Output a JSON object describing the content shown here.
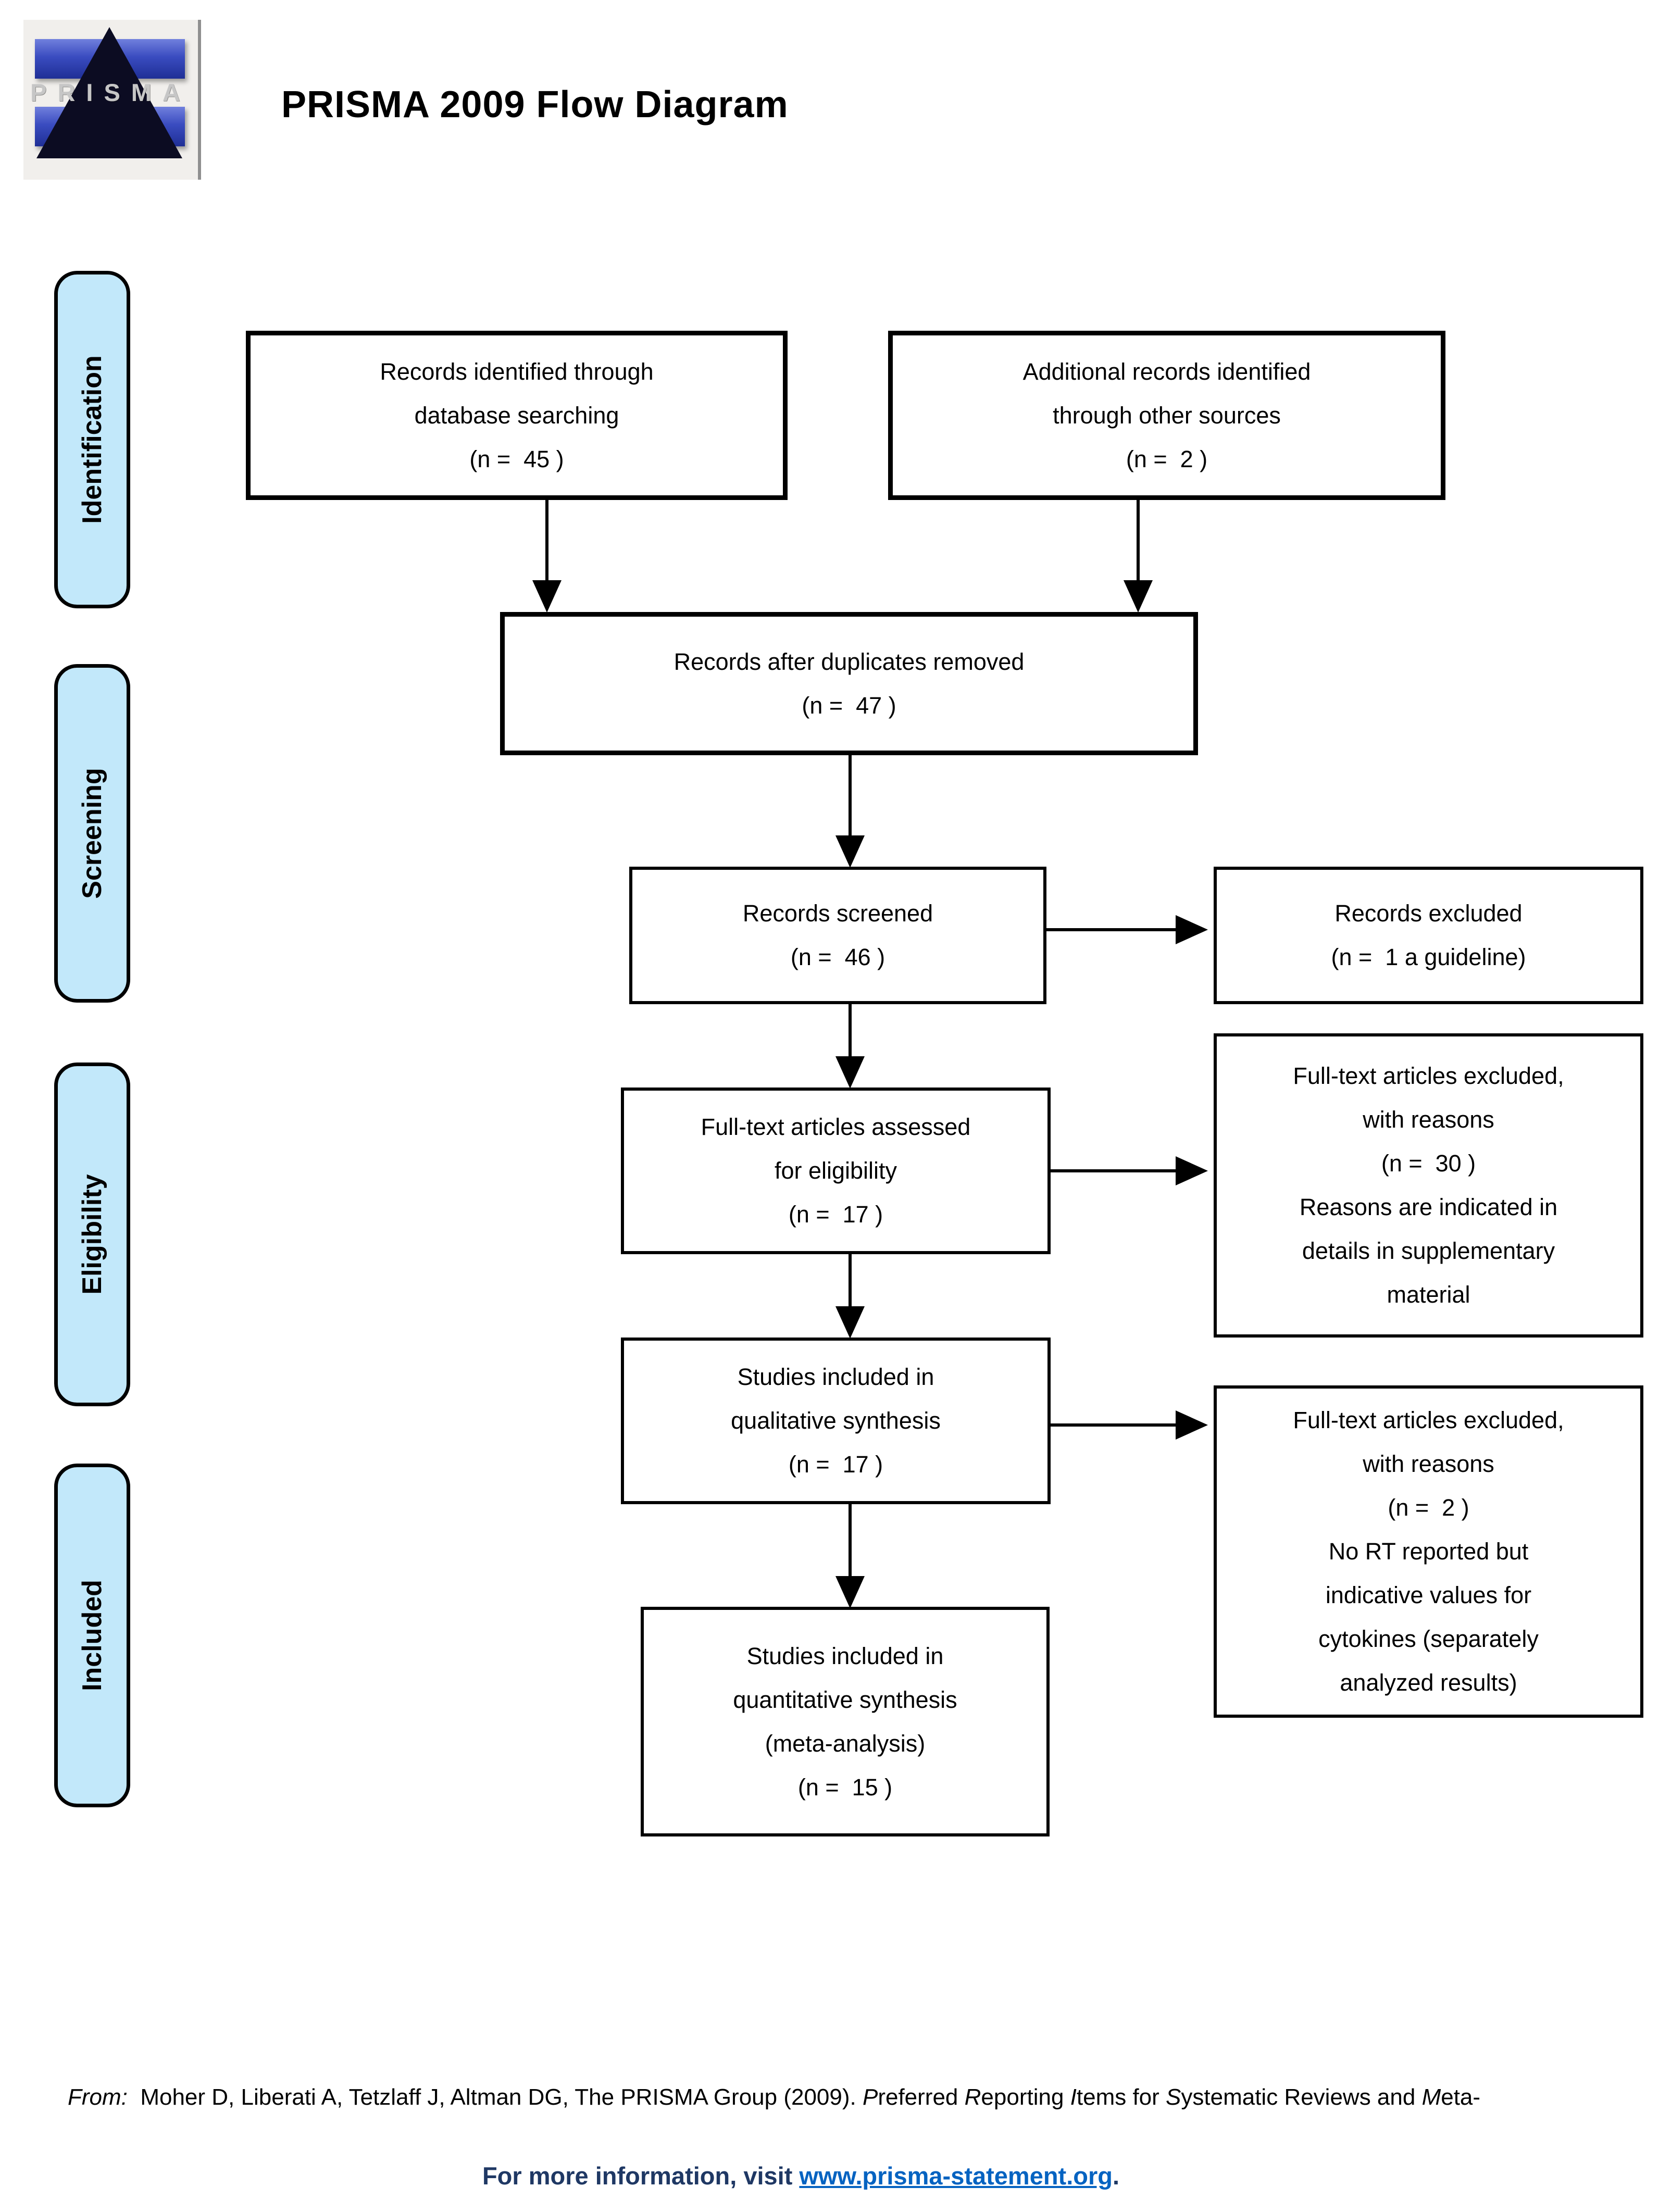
{
  "title": "PRISMA 2009 Flow Diagram",
  "logo": {
    "wordmark": "PRISMA"
  },
  "colors": {
    "stage_fill": "#c2e8fa",
    "border": "#000000",
    "footer_navy": "#1f3864",
    "link_blue": "#0563c1",
    "logo_bar_blue": "#3a4cc0",
    "logo_triangle": "#0c0c22"
  },
  "stages": {
    "identification": "Identification",
    "screening": "Screening",
    "eligibility": "Eligibility",
    "included": "Included"
  },
  "boxes": {
    "identified": {
      "lines": [
        "Records identified through",
        "database searching",
        "(n =  45 )"
      ]
    },
    "additional": {
      "lines": [
        "Additional records identified",
        "through other sources",
        "(n =  2 )"
      ]
    },
    "deduplicated": {
      "lines": [
        "Records after duplicates removed",
        "(n =  47 )"
      ]
    },
    "screened": {
      "lines": [
        "Records screened",
        "(n =  46 )"
      ]
    },
    "records_excluded": {
      "lines": [
        "Records excluded",
        "(n =  1 a guideline)"
      ]
    },
    "fulltext_assessed": {
      "lines": [
        "Full-text articles assessed",
        "for eligibility",
        "(n =  17 )"
      ]
    },
    "fulltext_excluded_reasons": {
      "lines": [
        "Full-text articles excluded,",
        "with reasons",
        "(n =  30 )",
        "Reasons are indicated in",
        "details in supplementary",
        "material"
      ]
    },
    "qualitative": {
      "lines": [
        "Studies included in",
        "qualitative synthesis",
        "(n =  17 )"
      ]
    },
    "fulltext_excluded_rt": {
      "lines": [
        "Full-text articles excluded,",
        "with reasons",
        "(n =  2 )",
        "No RT reported but",
        "indicative values for",
        "cytokines (separately",
        "analyzed results)"
      ]
    },
    "quantitative": {
      "lines": [
        "Studies included in",
        "quantitative synthesis",
        "(meta-analysis)",
        "(n =  15 )"
      ]
    }
  },
  "footer": {
    "citation_segments": [
      {
        "t": "From:",
        "i": true
      },
      {
        "t": "  Moher D, Liberati A, Tetzlaff J, Altman DG, The PRISMA Group (2009). ",
        "i": false
      },
      {
        "t": "P",
        "i": true
      },
      {
        "t": "referred ",
        "i": false
      },
      {
        "t": "R",
        "i": true
      },
      {
        "t": "eporting ",
        "i": false
      },
      {
        "t": "I",
        "i": true
      },
      {
        "t": "tems ",
        "i": false
      },
      {
        "t": "for ",
        "i": false
      },
      {
        "t": "S",
        "i": true
      },
      {
        "t": "ystematic ",
        "i": false
      },
      {
        "t": "Reviews and ",
        "i": false
      },
      {
        "t": "M",
        "i": true
      },
      {
        "t": "eta-",
        "i": false
      }
    ],
    "info_segments": [
      {
        "t": "For more information, visit ",
        "s": "navy"
      },
      {
        "t": "www.prisma-statement.org",
        "s": "link"
      },
      {
        "t": ".",
        "s": "navy"
      }
    ]
  }
}
